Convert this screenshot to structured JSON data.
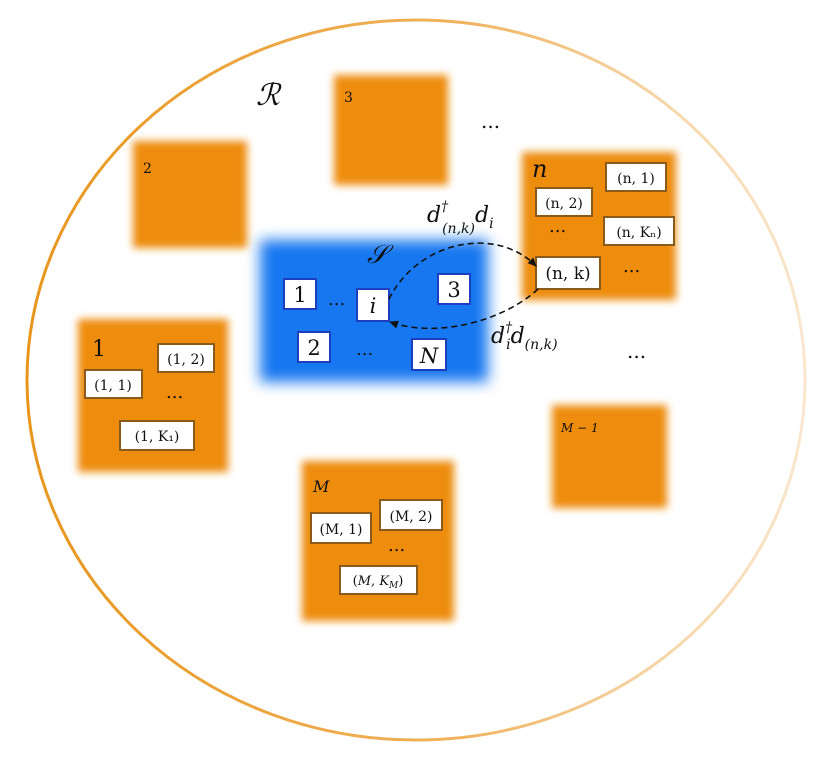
{
  "colors": {
    "reservoir_edge": "#e8961c",
    "bath": "#ee8c0a",
    "system": "#1677f0",
    "box_border_system": "#1d3fbf",
    "box_border_bath": "#8a5a1a",
    "arrow": "#111111"
  },
  "reservoir": {
    "label": "ℛ"
  },
  "system": {
    "label": "𝒮",
    "sites": [
      "1",
      "2",
      "3",
      "N",
      "i"
    ],
    "dots": [
      "...",
      "..."
    ]
  },
  "baths": {
    "b2": {
      "label": "2"
    },
    "b3": {
      "label": "3"
    },
    "bn": {
      "label": "n",
      "modes": [
        "(n, 1)",
        "(n, 2)",
        "(n, Kₙ)",
        "(n, k)"
      ],
      "dots": [
        "...",
        "..."
      ]
    },
    "b1": {
      "label": "1",
      "modes": [
        "(1, 2)",
        "(1, 1)",
        "(1, K₁)"
      ],
      "dots": "..."
    },
    "bm1": {
      "label": "M − 1"
    },
    "bM": {
      "label": "M",
      "modes": [
        "(M, 1)",
        "(M, 2)",
        "(M, K_M)"
      ],
      "dots": "..."
    }
  },
  "ellipsis": {
    "top": "...",
    "right": "..."
  },
  "hopping": {
    "upper": "d†(n,k) dᵢ",
    "lower": "d†ᵢ d(n,k)"
  }
}
